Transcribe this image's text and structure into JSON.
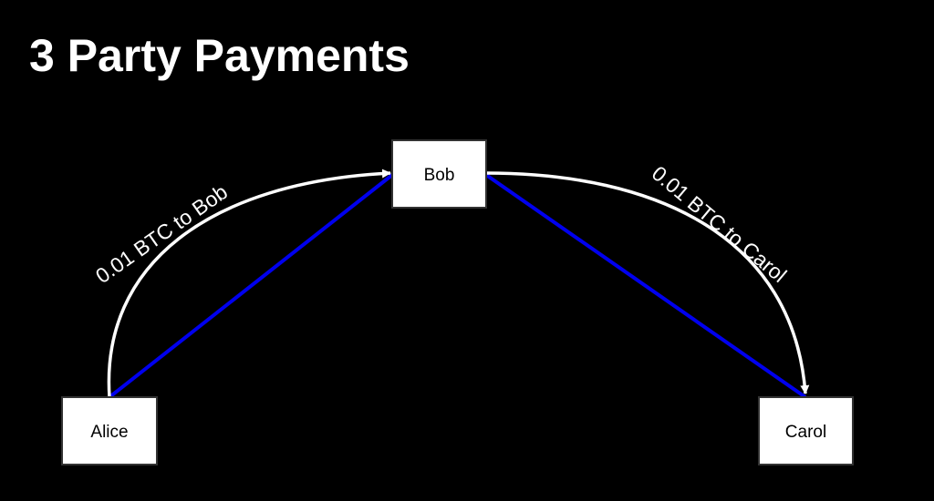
{
  "title": "3 Party Payments",
  "colors": {
    "background": "#000000",
    "text": "#ffffff",
    "channel_line": "#0000ee",
    "payment_arrow": "#ffffff"
  },
  "nodes": {
    "alice": "Alice",
    "bob": "Bob",
    "carol": "Carol"
  },
  "payments": [
    {
      "from": "Alice",
      "to": "Bob",
      "label": "0.01 BTC to Bob"
    },
    {
      "from": "Bob",
      "to": "Carol",
      "label": "0.01 BTC to Carol"
    }
  ],
  "channels": [
    {
      "from": "Alice",
      "to": "Bob"
    },
    {
      "from": "Bob",
      "to": "Carol"
    }
  ]
}
